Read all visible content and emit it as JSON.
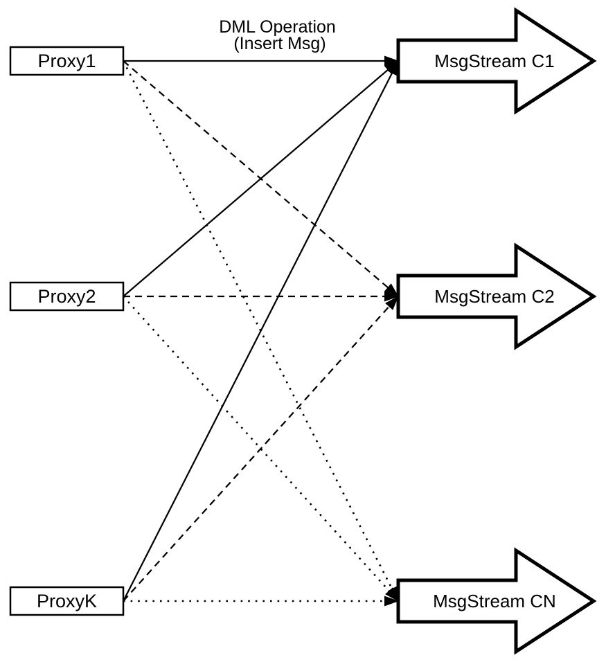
{
  "diagram": {
    "title_annotation": {
      "line1": "DML Operation",
      "line2": "(Insert Msg)"
    },
    "proxies": [
      {
        "id": "proxy1",
        "label": "Proxy1"
      },
      {
        "id": "proxy2",
        "label": "Proxy2"
      },
      {
        "id": "proxyk",
        "label": "ProxyK"
      }
    ],
    "streams": [
      {
        "id": "c1",
        "label": "MsgStream C1"
      },
      {
        "id": "c2",
        "label": "MsgStream C2"
      },
      {
        "id": "cn",
        "label": "MsgStream CN"
      }
    ],
    "connections": [
      {
        "from": "Proxy1",
        "to": "MsgStream C1",
        "style": "solid"
      },
      {
        "from": "Proxy2",
        "to": "MsgStream C1",
        "style": "solid"
      },
      {
        "from": "ProxyK",
        "to": "MsgStream C1",
        "style": "solid"
      },
      {
        "from": "Proxy1",
        "to": "MsgStream C2",
        "style": "dashed"
      },
      {
        "from": "Proxy2",
        "to": "MsgStream C2",
        "style": "dashed"
      },
      {
        "from": "ProxyK",
        "to": "MsgStream C2",
        "style": "dashed"
      },
      {
        "from": "Proxy1",
        "to": "MsgStream CN",
        "style": "dotted"
      },
      {
        "from": "Proxy2",
        "to": "MsgStream CN",
        "style": "dotted"
      },
      {
        "from": "ProxyK",
        "to": "MsgStream CN",
        "style": "dotted"
      }
    ],
    "colors": {
      "stroke": "#000000",
      "fill": "#ffffff",
      "background": "#ffffff"
    }
  }
}
